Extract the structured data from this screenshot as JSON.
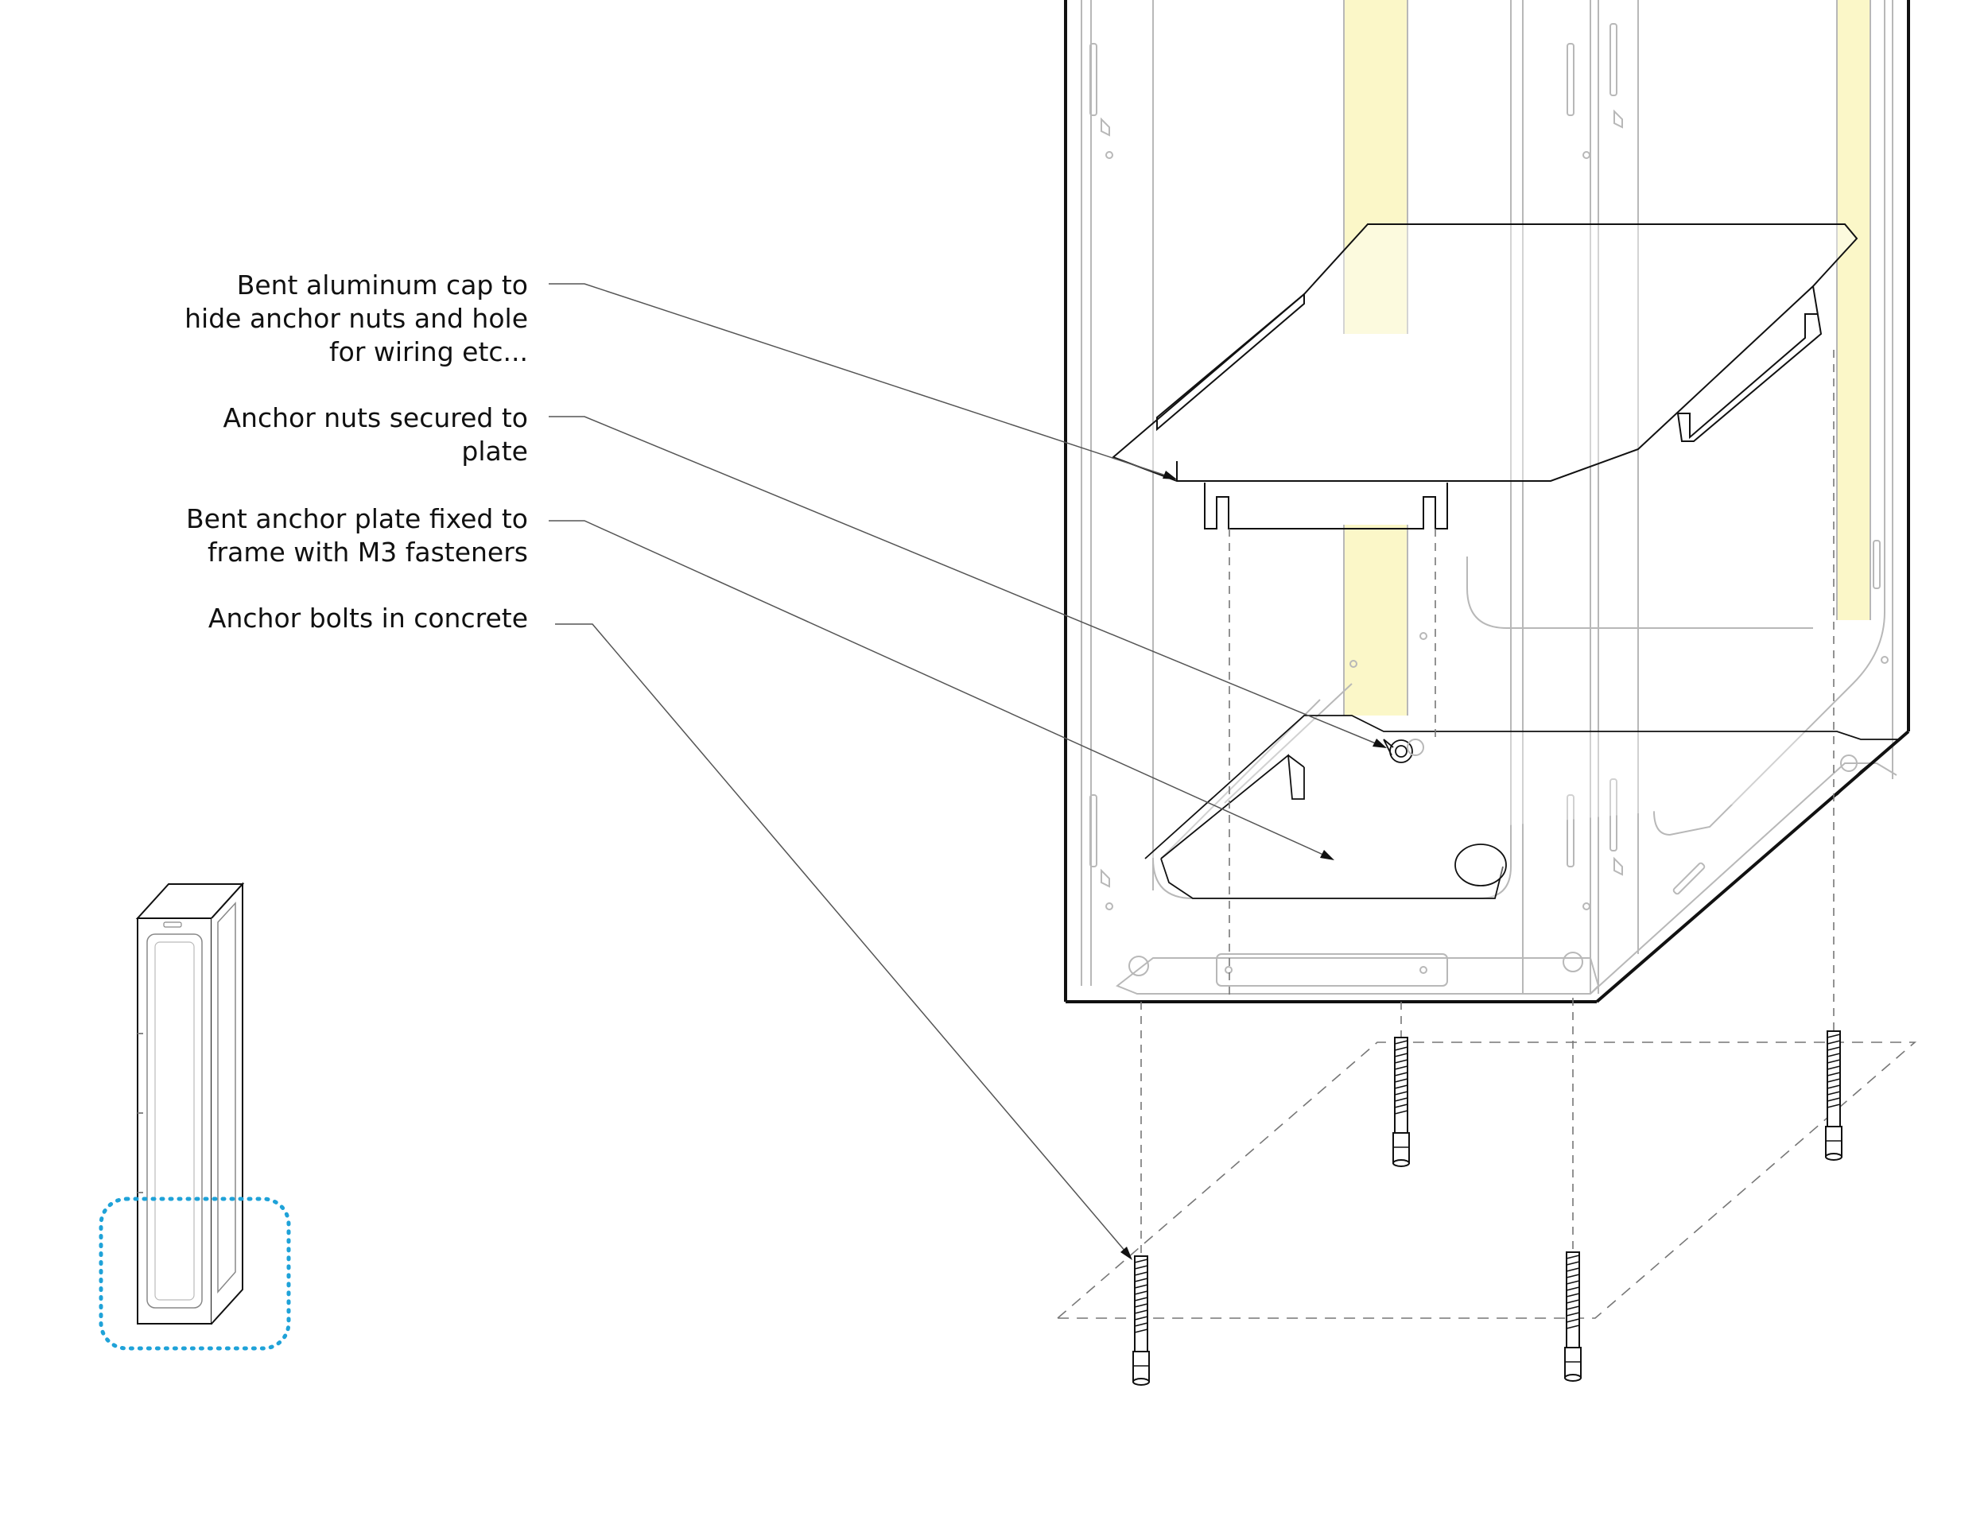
{
  "callouts": [
    {
      "line1": "Bent aluminum cap to",
      "line2": "hide anchor nuts and hole",
      "line3": "for wiring etc..."
    },
    {
      "line1": "Anchor nuts secured to",
      "line2": "plate"
    },
    {
      "line1": "Bent anchor plate fixed to",
      "line2": "frame with M3 fasteners"
    },
    {
      "line1": "Anchor bolts in concrete"
    }
  ],
  "colors": {
    "ink": "#111111",
    "light_ink": "#b8b8b8",
    "leader": "#555555",
    "accent_yellow": "#fbf7c8",
    "highlight_blue": "#1fa2d8"
  }
}
